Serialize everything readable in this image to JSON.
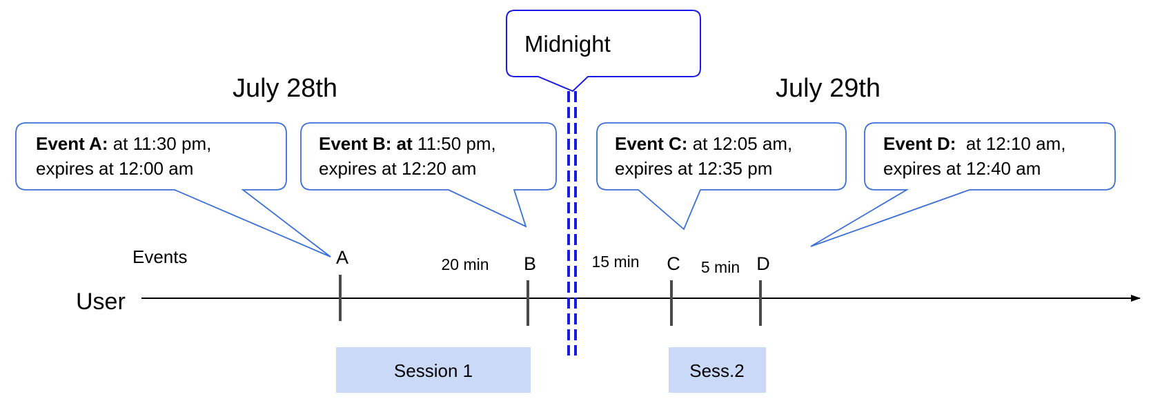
{
  "dates": {
    "left": "July 28th",
    "right": "July 29th"
  },
  "midnight": {
    "label": "Midnight",
    "accent": "#1a1ae6"
  },
  "callouts": [
    {
      "bold": "Event A:",
      "rest": " at 11:30 pm,",
      "line2": "expires at 12:00 am"
    },
    {
      "bold": "Event B: at",
      "rest": " 11:50 pm,",
      "line2": "expires at 12:20 am"
    },
    {
      "bold": "Event C:",
      "rest": " at 12:05 am,",
      "line2": "expires at 12:35 pm"
    },
    {
      "bold": "Event D:",
      "rest": "  at 12:10 am,",
      "line2": "expires at 12:40 am"
    }
  ],
  "row_labels": {
    "events": "Events",
    "user": "User"
  },
  "events": [
    {
      "label": "A"
    },
    {
      "label": "B"
    },
    {
      "label": "C"
    },
    {
      "label": "D"
    }
  ],
  "gaps": [
    "20 min",
    "15 min",
    "5 min"
  ],
  "sessions": [
    {
      "label": "Session 1"
    },
    {
      "label": "Sess.2"
    }
  ],
  "colors": {
    "callout_border": "#3a6fd8",
    "session_fill": "#c9d9f7",
    "tick": "#4a4a4a",
    "axis": "#000000"
  }
}
